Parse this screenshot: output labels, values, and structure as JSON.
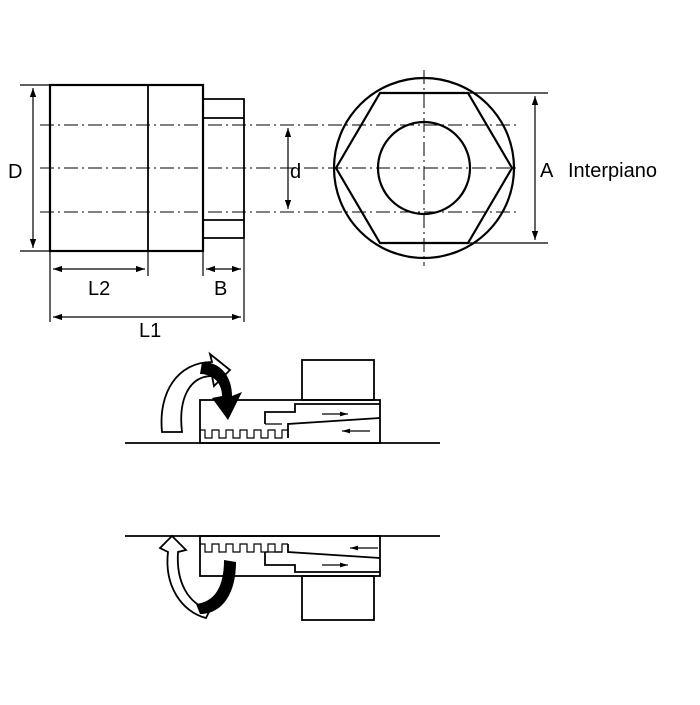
{
  "labels": {
    "D": "D",
    "d": "d",
    "A": "A",
    "interpiano": "Interpiano",
    "L1": "L1",
    "L2": "L2",
    "B": "B"
  }
}
